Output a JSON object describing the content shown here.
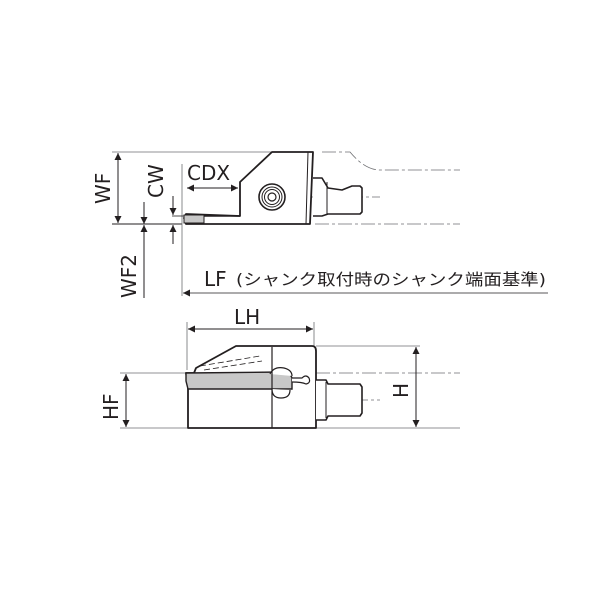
{
  "diagram": {
    "type": "technical-drawing",
    "subject": "grooving tool holder / cartridge dimensions",
    "views": [
      "top-view",
      "side-view"
    ],
    "colors": {
      "line": "#231f20",
      "thin_line": "#6d6e71",
      "insert_fill": "#c8c8c8"
    }
  },
  "top_view": {
    "dimensions": {
      "wf": "WF",
      "cw": "CW",
      "cdx": "CDX",
      "wf2": "WF2",
      "lf": "LF",
      "lf_note": "(シャンク取付時のシャンク端面基準)"
    }
  },
  "side_view": {
    "dimensions": {
      "lh": "LH",
      "hf": "HF",
      "h": "H"
    }
  }
}
